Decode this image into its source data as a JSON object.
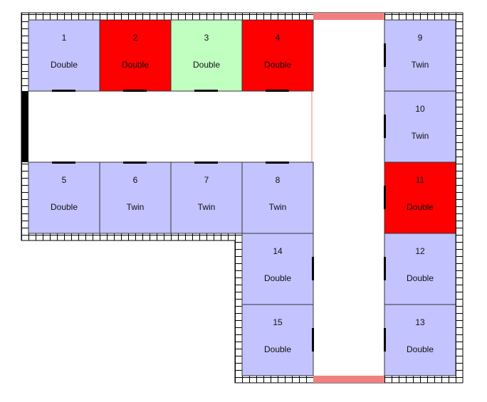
{
  "colors": {
    "wall_fill": "#ffffff",
    "wall_line": "#000000",
    "corridor": "#ffffff",
    "exit_marker": "#f08080",
    "door": "#000000",
    "available": "#c3c3ff",
    "occupied": "#ff0000",
    "selected": "#c0ffc0"
  },
  "rooms": [
    {
      "number": "1",
      "type": "Double",
      "status": "available"
    },
    {
      "number": "2",
      "type": "Double",
      "status": "occupied"
    },
    {
      "number": "3",
      "type": "Double",
      "status": "selected"
    },
    {
      "number": "4",
      "type": "Double",
      "status": "occupied"
    },
    {
      "number": "5",
      "type": "Double",
      "status": "available"
    },
    {
      "number": "6",
      "type": "Twin",
      "status": "available"
    },
    {
      "number": "7",
      "type": "Twin",
      "status": "available"
    },
    {
      "number": "8",
      "type": "Twin",
      "status": "available"
    },
    {
      "number": "9",
      "type": "Twin",
      "status": "available"
    },
    {
      "number": "10",
      "type": "Twin",
      "status": "available"
    },
    {
      "number": "11",
      "type": "Double",
      "status": "occupied"
    },
    {
      "number": "12",
      "type": "Double",
      "status": "available"
    },
    {
      "number": "13",
      "type": "Double",
      "status": "available"
    },
    {
      "number": "14",
      "type": "Double",
      "status": "available"
    },
    {
      "number": "15",
      "type": "Double",
      "status": "available"
    }
  ]
}
